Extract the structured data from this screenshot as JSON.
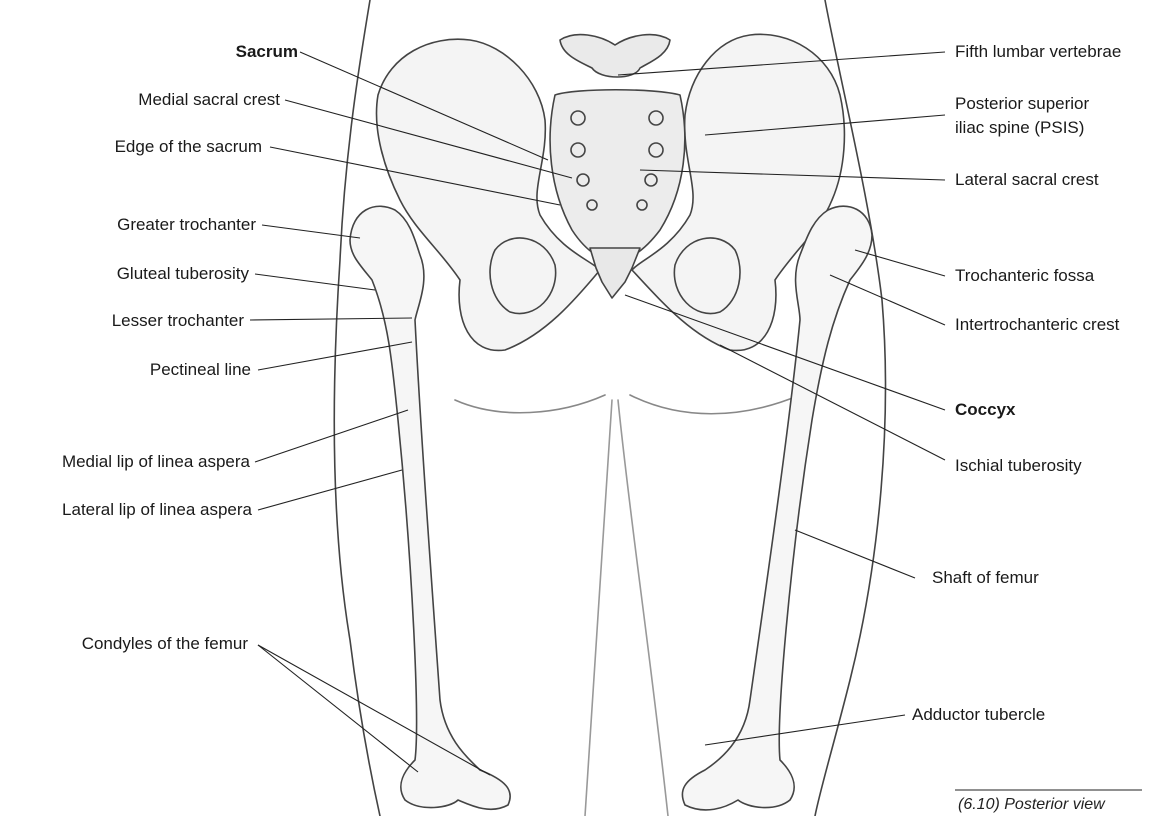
{
  "labels": {
    "sacrum": "Sacrum",
    "medial_sacral_crest": "Medial sacral crest",
    "edge_of_sacrum": "Edge of the sacrum",
    "greater_trochanter": "Greater trochanter",
    "gluteal_tuberosity": "Gluteal tuberosity",
    "lesser_trochanter": "Lesser trochanter",
    "pectineal_line": "Pectineal line",
    "medial_lip": "Medial lip of linea aspera",
    "lateral_lip": "Lateral lip of linea aspera",
    "condyles": "Condyles of the femur",
    "fifth_lumbar": "Fifth lumbar vertebrae",
    "psis_line1": "Posterior superior",
    "psis_line2": "iliac spine (PSIS)",
    "lateral_sacral_crest": "Lateral sacral crest",
    "trochanteric_fossa": "Trochanteric fossa",
    "intertrochanteric_crest": "Intertrochanteric crest",
    "coccyx": "Coccyx",
    "ischial_tuberosity": "Ischial tuberosity",
    "shaft_of_femur": "Shaft of femur",
    "adductor_tubercle": "Adductor tubercle"
  },
  "caption": "(6.10) Posterior view"
}
